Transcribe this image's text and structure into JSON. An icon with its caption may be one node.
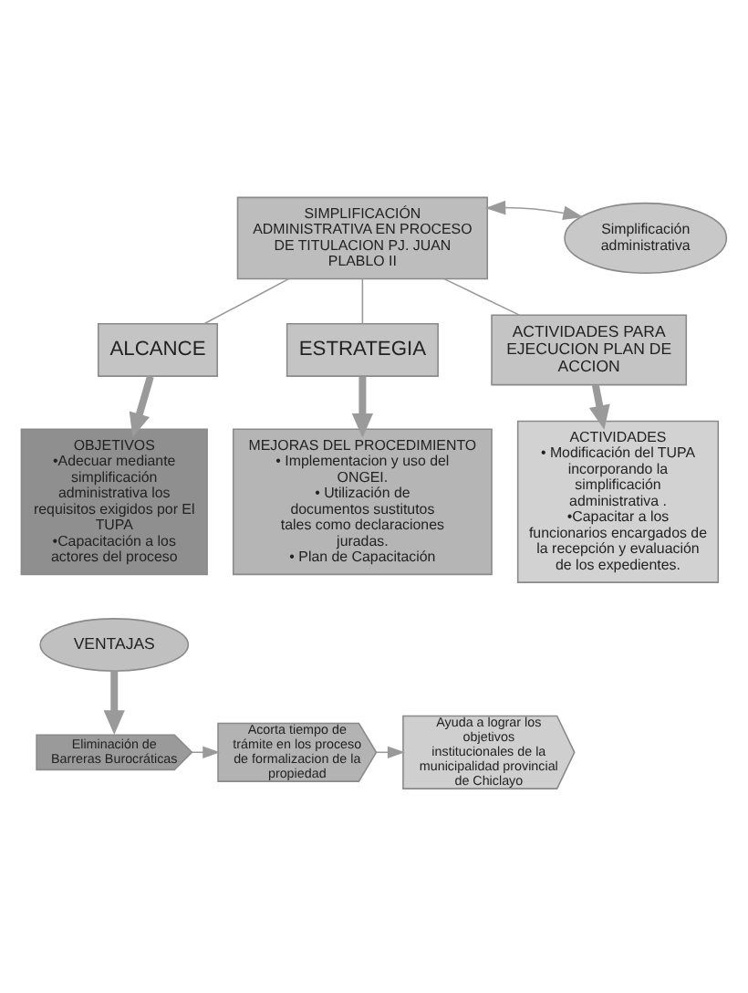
{
  "diagram": {
    "nodes": [
      {
        "text": [
          "SIMPLIFICACIÓN ADMINISTRATIVA EN PROCESO DE TITULACION PJ. JUAN PLABLO II"
        ]
      },
      {
        "text": [
          "Simplificación administrativa"
        ]
      },
      {
        "text": [
          "ALCANCE"
        ]
      },
      {
        "text": [
          "ESTRATEGIA"
        ]
      },
      {
        "text": [
          "ACTIVIDADES PARA EJECUCION PLAN DE ACCION"
        ]
      },
      {
        "text": [
          "OBJETIVOS",
          "•Adecuar mediante simplificación administrativa los requisitos exigidos por El TUPA",
          "•Capacitación a los actores del proceso"
        ]
      },
      {
        "text": [
          "MEJORAS DEL PROCEDIMIENTO",
          "• Implementacion y uso del ONGEI.",
          "• Utilización de documentos sustitutos tales como declaraciones juradas.",
          "• Plan de Capacitación"
        ]
      },
      {
        "text": [
          "ACTIVIDADES",
          "• Modificación del TUPA incorporando la simplificación administrativa .",
          "•Capacitar a los funcionarios encargados de la recepción y evaluación de los expedientes."
        ]
      },
      {
        "text": [
          "VENTAJAS"
        ]
      },
      {
        "text": [
          "Eliminación de Barreras Burocráticas"
        ]
      },
      {
        "text": [
          "Acorta tiempo de trámite en los proceso de formalizacion de la propiedad"
        ]
      },
      {
        "text": [
          "Ayuda a lograr los objetivos institucionales de la municipalidad provincial de Chiclayo"
        ]
      }
    ],
    "edges": [
      {
        "from": 0,
        "to": 1,
        "arrow": "both"
      },
      {
        "from": 0,
        "to": 2,
        "arrow": "none"
      },
      {
        "from": 0,
        "to": 3,
        "arrow": "none"
      },
      {
        "from": 0,
        "to": 4,
        "arrow": "none"
      },
      {
        "from": 2,
        "to": 5,
        "arrow": "to",
        "style": "thick"
      },
      {
        "from": 3,
        "to": 6,
        "arrow": "to",
        "style": "thick"
      },
      {
        "from": 4,
        "to": 7,
        "arrow": "to",
        "style": "thick"
      },
      {
        "from": 8,
        "to": 9,
        "arrow": "to",
        "style": "thick"
      },
      {
        "from": 9,
        "to": 10,
        "arrow": "to"
      },
      {
        "from": 10,
        "to": 11,
        "arrow": "to"
      }
    ]
  }
}
